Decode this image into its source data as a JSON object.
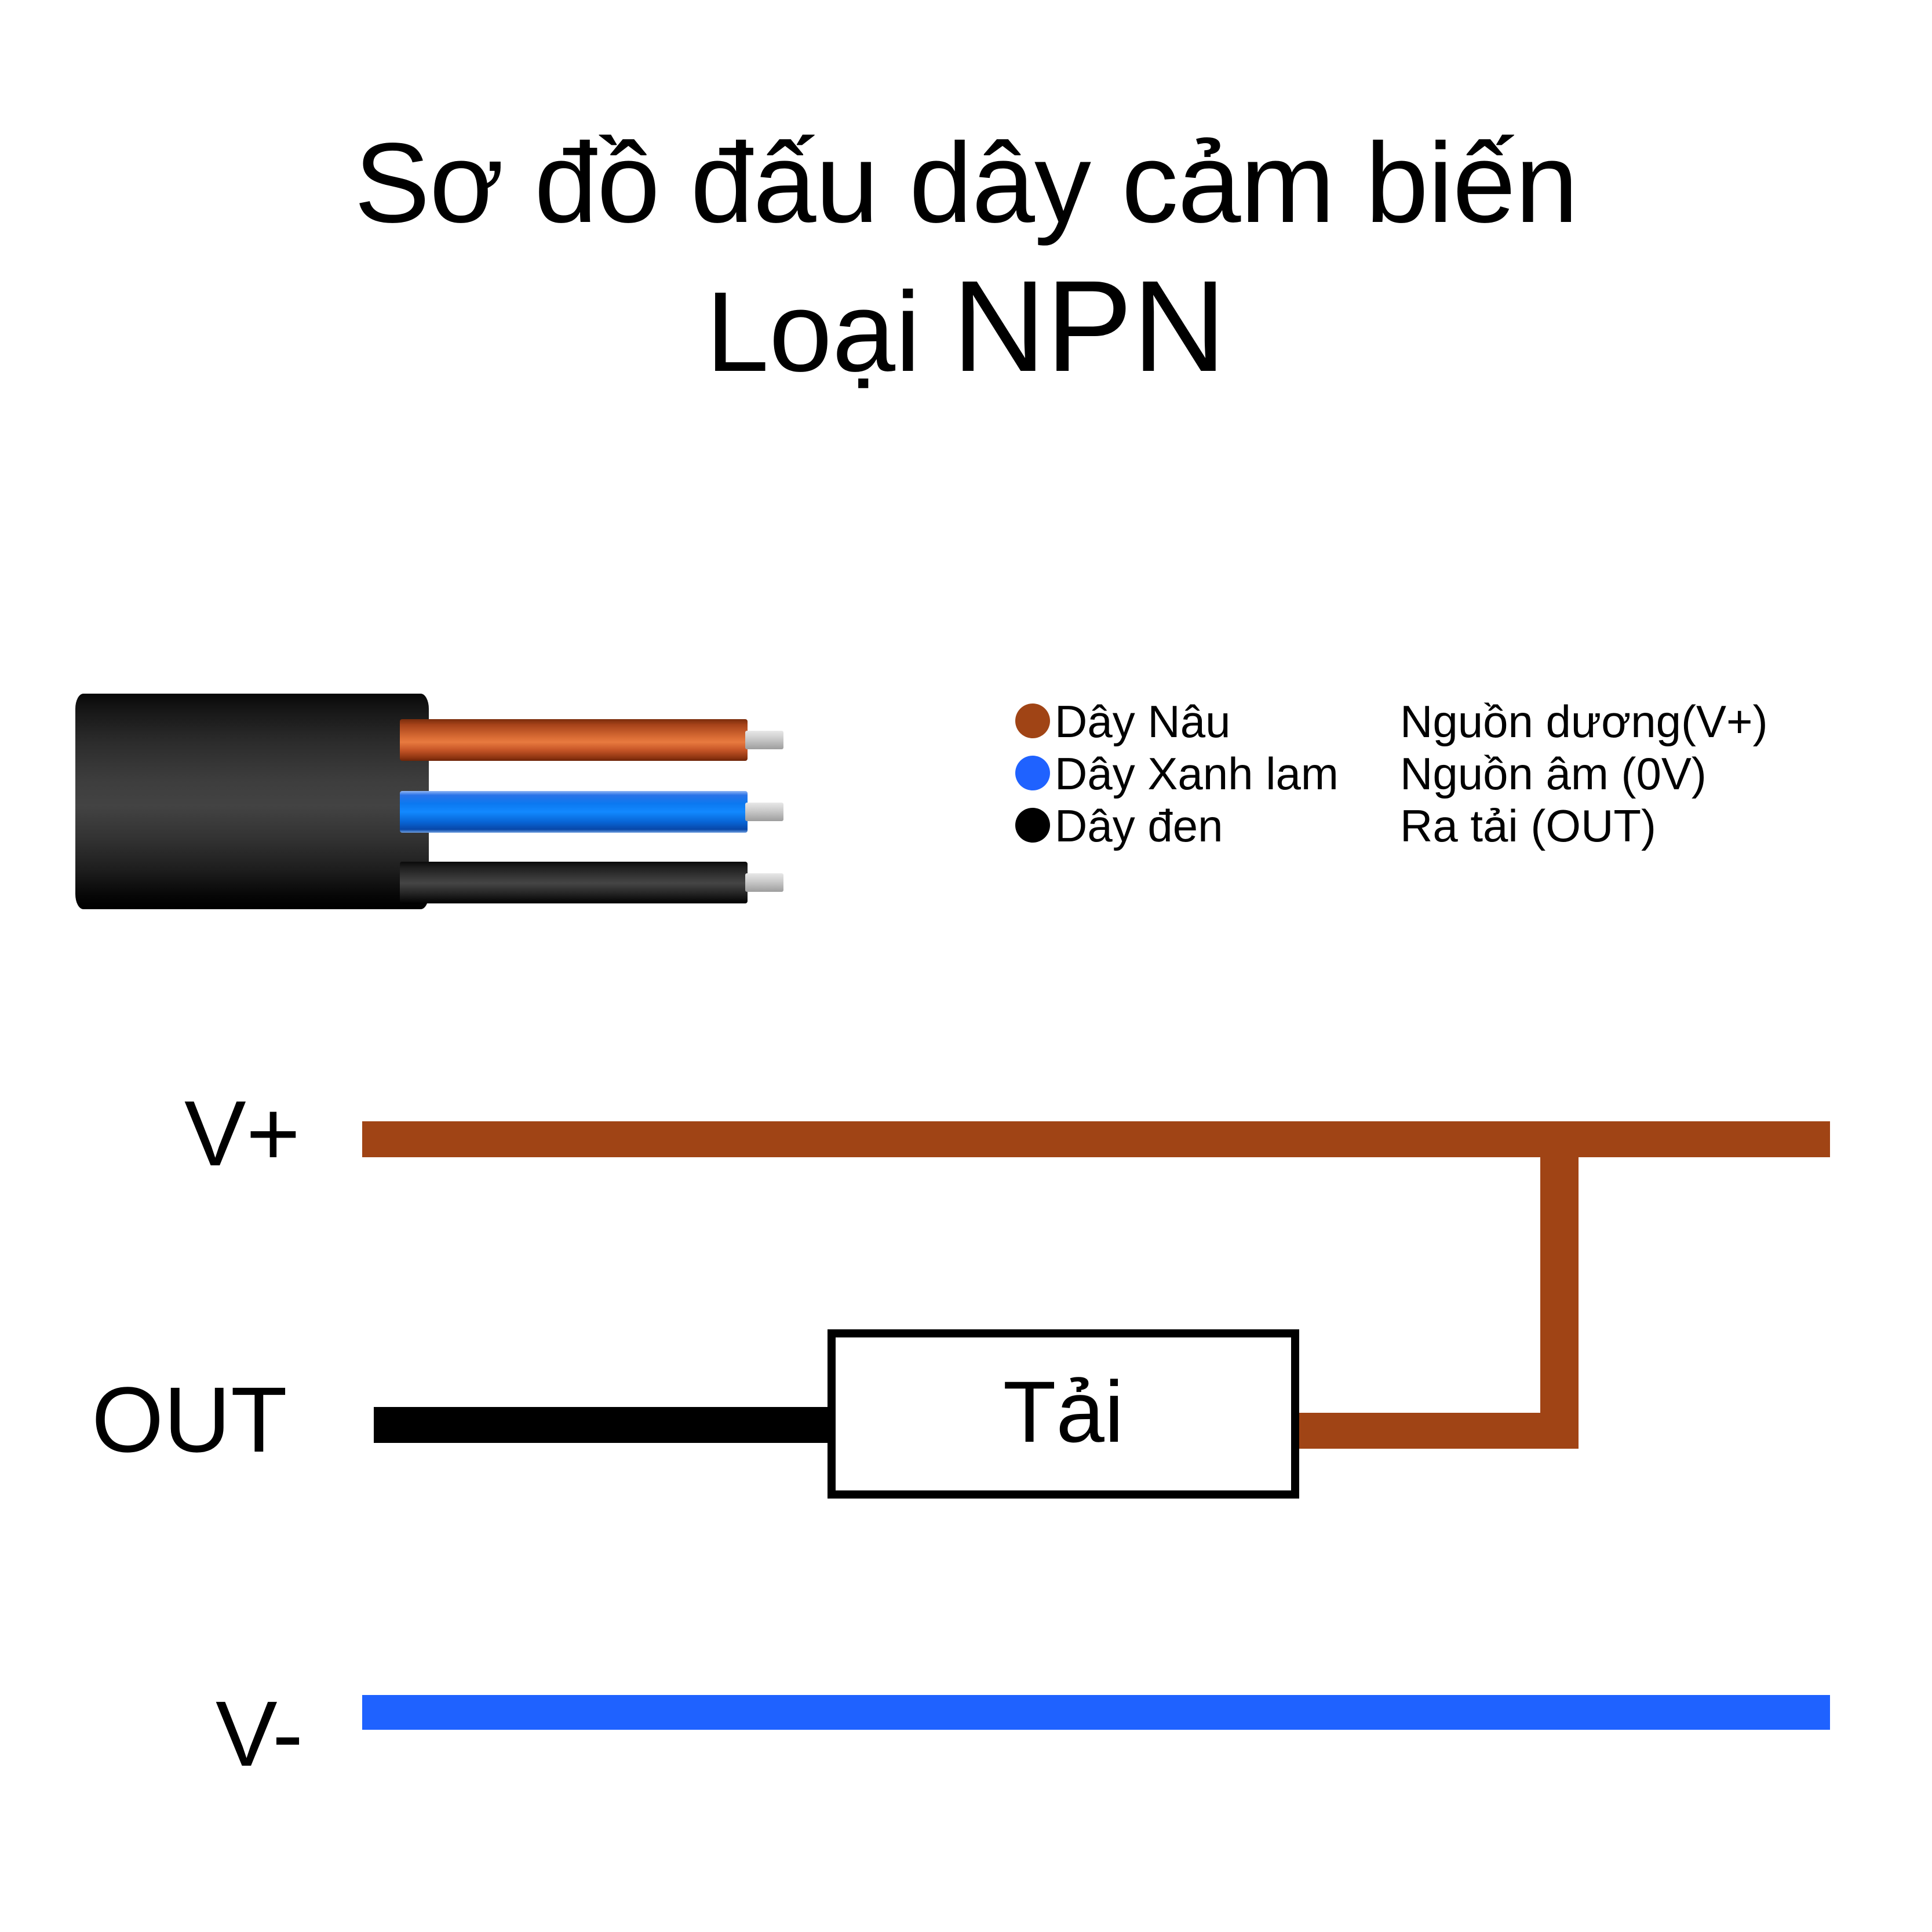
{
  "title": {
    "line1": "Sơ đồ đấu dây cảm biến",
    "line2_prefix": "Loại ",
    "line2_type": "NPN"
  },
  "colors": {
    "brown": "#A04415",
    "blue": "#1F62FF",
    "black": "#000000",
    "background": "#FFFFFF"
  },
  "cable": {
    "jacket_name": "cable-jacket",
    "wires": [
      {
        "name": "brown-wire",
        "color": "#C0561F"
      },
      {
        "name": "blue-wire",
        "color": "#0B78F0"
      },
      {
        "name": "black-wire",
        "color": "#1E1E1E"
      }
    ]
  },
  "legend": {
    "rows": [
      {
        "dot_color": "#A04415",
        "wire": "Dây Nâu",
        "function": "Nguồn dương(V+)"
      },
      {
        "dot_color": "#1F62FF",
        "wire": "Dây Xanh lam",
        "function": "Nguồn âm (0V)"
      },
      {
        "dot_color": "#000000",
        "wire": "Dây đen",
        "function": "Ra tải (OUT)"
      }
    ]
  },
  "circuit": {
    "labels": {
      "vplus": "V+",
      "out": "OUT",
      "vminus": "V-"
    },
    "load": {
      "label": "Tải"
    }
  }
}
